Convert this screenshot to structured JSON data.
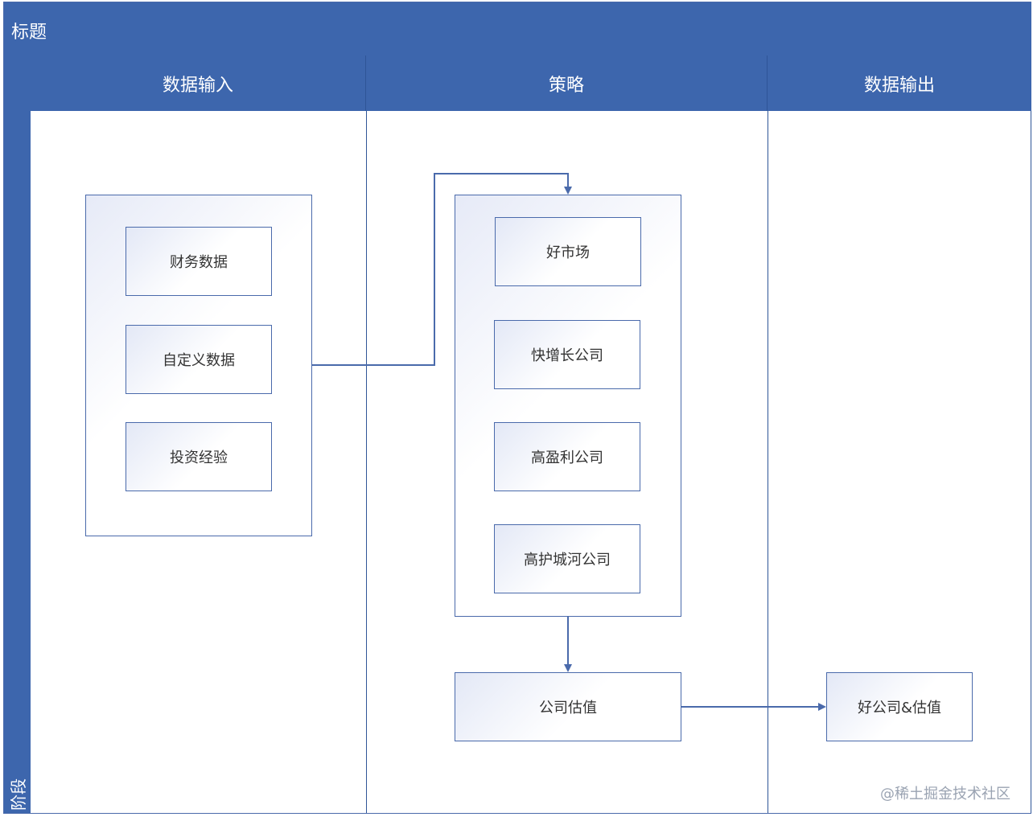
{
  "diagram": {
    "title": "标题",
    "phase_label": "阶段",
    "lanes": [
      {
        "label": "数据输入"
      },
      {
        "label": "策略"
      },
      {
        "label": "数据输出"
      }
    ],
    "input_group": {
      "items": [
        "财务数据",
        "自定义数据",
        "投资经验"
      ]
    },
    "strategy_group": {
      "items": [
        "好市场",
        "快增长公司",
        "高盈利公司",
        "高护城河公司"
      ]
    },
    "valuation": {
      "label": "公司估值"
    },
    "output": {
      "label": "好公司&估值"
    },
    "colors": {
      "header": "#3d66ad",
      "border": "#4a6aab",
      "arrow": "#4a6aab"
    }
  },
  "watermark": "@稀土掘金技术社区"
}
